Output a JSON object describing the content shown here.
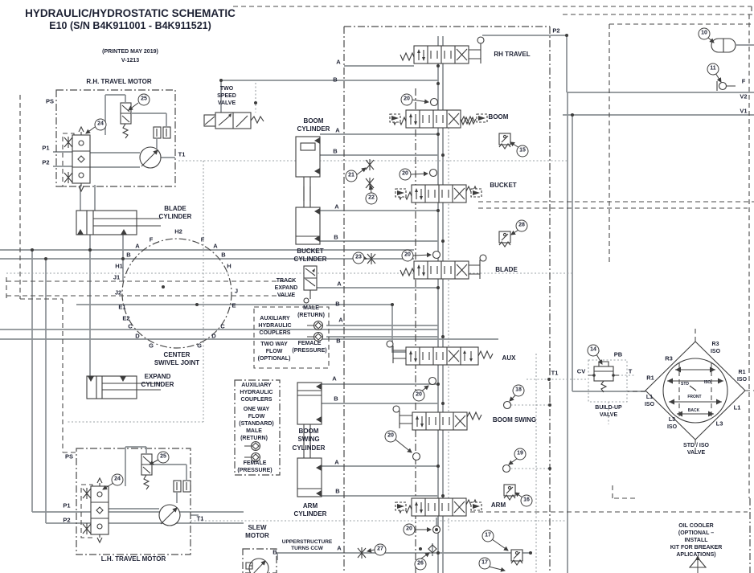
{
  "title": {
    "line1": "HYDRAULIC/HYDROSTATIC SCHEMATIC",
    "line2": "E10 (S/N B4K911001 - B4K911521)",
    "printed": "(PRINTED MAY 2019)",
    "doc_no": "V-1213"
  },
  "components": {
    "rh_travel_motor": "R.H. TRAVEL MOTOR",
    "lh_travel_motor": "L.H. TRAVEL MOTOR",
    "blade_cylinder": "BLADE\nCYLINDER",
    "center_swivel_joint": "CENTER\nSWIVEL JOINT",
    "expand_cylinder": "EXPAND\nCYLINDER",
    "two_speed_valve": "TWO\nSPEED\nVALVE",
    "boom_cylinder": "BOOM\nCYLINDER",
    "bucket_cylinder": "BUCKET\nCYLINDER",
    "track_expand_valve": "TRACK\nEXPAND\nVALVE",
    "aux_couplers": "AUXILIARY\nHYDRAULIC\nCOUPLERS",
    "two_way_flow": "TWO WAY\nFLOW\n(OPTIONAL)",
    "one_way_flow": "ONE WAY\nFLOW\n(STANDARD)",
    "male_return": "MALE\n(RETURN)",
    "female_pressure": "FEMALE\n(PRESSURE)",
    "boom_swing_cylinder": "BOOM\nSWING\nCYLINDER",
    "arm_cylinder": "ARM\nCYLINDER",
    "slew_motor": "SLEW\nMOTOR",
    "upperstructure": "UPPERSTRUCTURE\nTURNS CCW",
    "rh_travel": "RH TRAVEL",
    "boom": "BOOM",
    "bucket": "BUCKET",
    "blade": "BLADE",
    "aux": "AUX",
    "boom_swing": "BOOM SWING",
    "arm": "ARM",
    "build_up_valve": "BUILD-UP\nVALVE",
    "std_iso_valve": "STD / ISO\nVALVE",
    "oil_cooler": "OIL COOLER\n(OPTIONAL – INSTALL\nKIT FOR BREAKER\nAPLICATIONS)"
  },
  "ports": {
    "ps": "PS",
    "p1": "P1",
    "p2": "P2",
    "t1": "T1",
    "t": "T",
    "a": "A",
    "b": "B",
    "f": "F",
    "g": "G",
    "h1": "H1",
    "h2": "H2",
    "h": "H",
    "j1": "J1",
    "j2": "J2",
    "j": "J",
    "e1": "E1",
    "e2": "E2",
    "e": "E",
    "c": "C",
    "d": "D",
    "pb": "PB",
    "cv": "CV",
    "v1": "V1",
    "v2": "V2"
  },
  "stdiso": {
    "r3": "R3",
    "r3_iso": "R3\nISO",
    "r1": "R1",
    "r1_iso": "R1\nISO",
    "l1": "L1",
    "l1_iso": "L1\nISO",
    "l3": "L3",
    "l3_iso": "L3\nISO",
    "std": "STD",
    "iso": "ISO",
    "front": "FRONT",
    "back": "BACK"
  },
  "callouts": {
    "n10": "10",
    "n11": "11",
    "n14": "14",
    "n15": "15",
    "n16": "16",
    "n17": "17",
    "n18": "18",
    "n19": "19",
    "n20": "20",
    "n21": "21",
    "n22": "22",
    "n23": "23",
    "n24": "24",
    "n25": "25",
    "n26": "26",
    "n27": "27",
    "n28": "28"
  },
  "colors": {
    "line": "#3d3d3d",
    "flow_line": "#8b9094",
    "text": "#1d2133"
  }
}
